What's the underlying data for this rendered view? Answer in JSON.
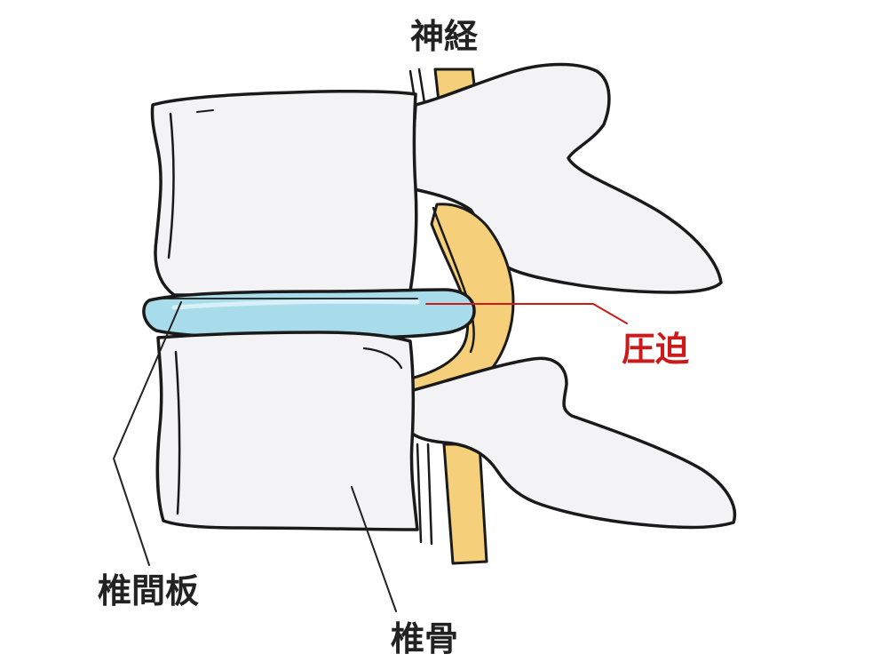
{
  "labels": {
    "nerve": "神経",
    "compression": "圧迫",
    "disc": "椎間板",
    "vertebra": "椎骨"
  },
  "colors": {
    "outline": "#1a1a1a",
    "bone_fill": "#f3f3f5",
    "bone_shade": "#e3e3e8",
    "nerve_fill": "#f5cf7a",
    "disc_fill": "#a9dcea",
    "disc_highlight": "#d8f1f8",
    "compression_accent": "#cc1a1a",
    "leader_line": "#222222"
  }
}
